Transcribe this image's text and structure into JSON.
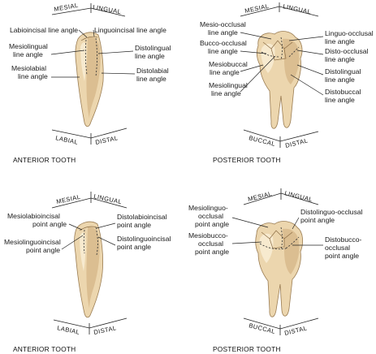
{
  "panels": {
    "anterior_lines": {
      "caption": "ANTERIOR TOOTH",
      "directions": {
        "top_left": "MESIAL",
        "top_right": "LINGUAL",
        "bottom_left": "LABIAL",
        "bottom_right": "DISTAL"
      },
      "labels": {
        "labioincisal": "Labioincisal line angle",
        "linguoincisal": "Linguoincisal line angle",
        "mesiolingual": [
          "Mesiolingual",
          "line angle"
        ],
        "mesiolabial": [
          "Mesiolabial",
          "line angle"
        ],
        "distolingual": [
          "Distolingual",
          "line angle"
        ],
        "distolabial": [
          "Distolabial",
          "line angle"
        ]
      }
    },
    "posterior_lines": {
      "caption": "POSTERIOR TOOTH",
      "directions": {
        "top_left": "MESIAL",
        "top_right": "LINGUAL",
        "bottom_left": "BUCCAL",
        "bottom_right": "DISTAL"
      },
      "labels": {
        "mesio_occlusal": [
          "Mesio-occlusal",
          "line angle"
        ],
        "bucco_occlusal": [
          "Bucco-occlusal",
          "line angle"
        ],
        "mesiobuccal": [
          "Mesiobuccal",
          "line angle"
        ],
        "mesiolingual": [
          "Mesiolingual",
          "line angle"
        ],
        "linguo_occlusal": [
          "Linguo-occlusal",
          "line angle"
        ],
        "disto_occlusal": [
          "Disto-occlusal",
          "line angle"
        ],
        "distolingual": [
          "Distolingual",
          "line angle"
        ],
        "distobuccal": [
          "Distobuccal",
          "line angle"
        ]
      }
    },
    "anterior_points": {
      "caption": "ANTERIOR TOOTH",
      "directions": {
        "top_left": "MESIAL",
        "top_right": "LINGUAL",
        "bottom_left": "LABIAL",
        "bottom_right": "DISTAL"
      },
      "labels": {
        "mesiolabioincisal": [
          "Mesiolabioincisal",
          "point angle"
        ],
        "mesiolinguoincisal": [
          "Mesiolinguoincisal",
          "point angle"
        ],
        "distolabioincisal": [
          "Distolabioincisal",
          "point angle"
        ],
        "distolinguoincisal": [
          "Distolinguoincisal",
          "point angle"
        ]
      }
    },
    "posterior_points": {
      "caption": "POSTERIOR TOOTH",
      "directions": {
        "top_left": "MESIAL",
        "top_right": "LINGUAL",
        "bottom_left": "BUCCAL",
        "bottom_right": "DISTAL"
      },
      "labels": {
        "mesiolinguo_occlusal": [
          "Mesiolinguo-",
          "occlusal",
          "point angle"
        ],
        "mesiobucco_occlusal": [
          "Mesiobucco-",
          "occlusal",
          "point angle"
        ],
        "distolinguo_occlusal": [
          "Distolinguo-occlusal",
          "point angle"
        ],
        "distobucco_occlusal": [
          "Distobucco-",
          "occlusal",
          "point angle"
        ]
      }
    }
  }
}
